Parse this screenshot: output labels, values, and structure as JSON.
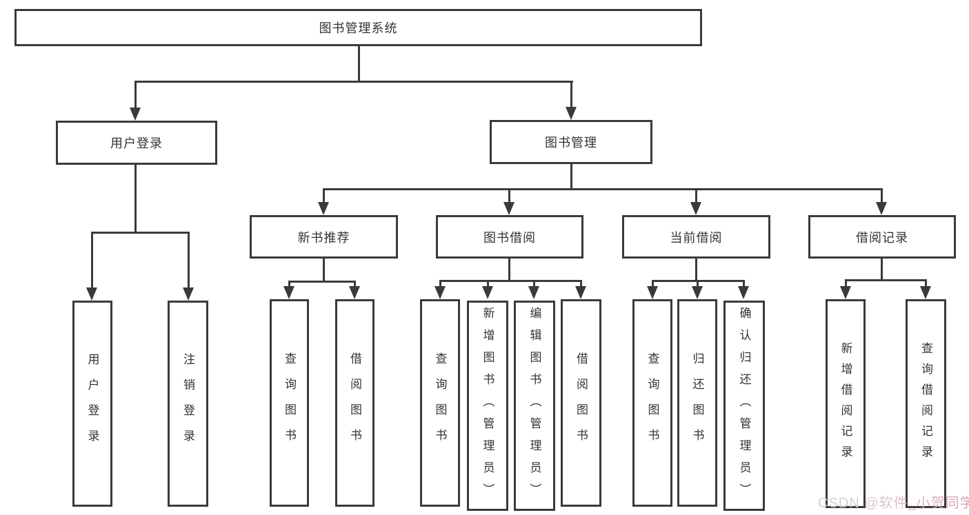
{
  "tree": {
    "root": {
      "label": "图书管理系统",
      "children": [
        {
          "label": "用户登录",
          "children": [
            {
              "label": "用户登录"
            },
            {
              "label": "注销登录"
            }
          ]
        },
        {
          "label": "图书管理",
          "children": [
            {
              "label": "新书推荐",
              "children": [
                {
                  "label": "查询图书"
                },
                {
                  "label": "借阅图书"
                }
              ]
            },
            {
              "label": "图书借阅",
              "children": [
                {
                  "label": "查询图书"
                },
                {
                  "label": "新增图书（管理员）"
                },
                {
                  "label": "编辑图书（管理员）"
                },
                {
                  "label": "借阅图书"
                }
              ]
            },
            {
              "label": "当前借阅",
              "children": [
                {
                  "label": "查询图书"
                },
                {
                  "label": "归还图书"
                },
                {
                  "label": "确认归还（管理员）"
                }
              ]
            },
            {
              "label": "借阅记录",
              "children": [
                {
                  "label": "新增借阅记录"
                },
                {
                  "label": "查询借阅记录"
                }
              ]
            }
          ]
        }
      ]
    }
  },
  "watermark": {
    "text": "CSDN @软件_小贺同学"
  },
  "colors": {
    "line": "#3a3a3a",
    "text": "#333333",
    "background": "#ffffff",
    "watermark_gray": "#cfcfcf",
    "watermark_pink": "#e391a8"
  }
}
